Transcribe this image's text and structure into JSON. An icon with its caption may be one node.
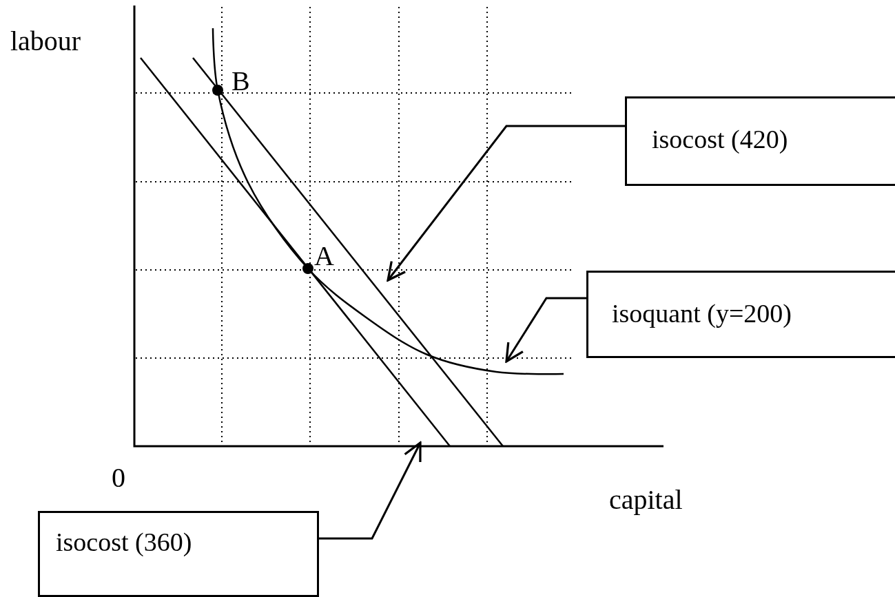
{
  "diagram": {
    "nodes": [
      {
        "text": [
          "isocost (420)"
        ]
      },
      {
        "text": [
          "isoquant (y=200)"
        ]
      },
      {
        "text": [
          "isocost (360)"
        ]
      }
    ],
    "edges": [
      {
        "from": 0,
        "to": null,
        "arrow": "to"
      },
      {
        "from": 1,
        "to": null,
        "arrow": "to"
      },
      {
        "from": 2,
        "to": null,
        "arrow": "to"
      }
    ],
    "labels": [
      "labour",
      "B",
      "A",
      "0",
      "capital"
    ]
  }
}
